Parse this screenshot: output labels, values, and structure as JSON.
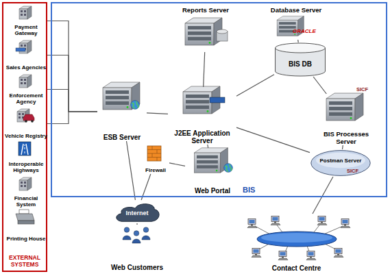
{
  "diagram": {
    "nodes": [
      {
        "text": [
          "EXTERNAL SYSTEMS"
        ]
      },
      {
        "text": [
          "Payment Gateway"
        ],
        "in": 0
      },
      {
        "text": [
          "Sales Agencies"
        ],
        "in": 0
      },
      {
        "text": [
          "Enforcement Agency"
        ],
        "in": 0
      },
      {
        "text": [
          "Vehicle Registry"
        ],
        "in": 0
      },
      {
        "text": [
          "Interoperable Highways"
        ],
        "in": 0
      },
      {
        "text": [
          "Financial System"
        ],
        "in": 0
      },
      {
        "text": [
          "Printing House"
        ],
        "in": 0
      },
      {
        "text": [
          "BIS"
        ]
      },
      {
        "text": [
          "Reports Server"
        ],
        "in": 8
      },
      {
        "text": [
          "Database Server"
        ],
        "in": 8
      },
      {
        "text": [
          "ESB Server"
        ],
        "in": 8
      },
      {
        "text": [
          "J2EE Application Server"
        ],
        "in": 8
      },
      {
        "text": [
          "BIS DB"
        ],
        "in": 8
      },
      {
        "text": [
          "BIS Processes Server"
        ],
        "in": 8
      },
      {
        "text": [
          "Postman Server"
        ],
        "in": 8
      },
      {
        "text": [
          "Firewall"
        ],
        "in": 8
      },
      {
        "text": [
          "Web Portal"
        ],
        "in": 8
      },
      {
        "text": [
          "Internet"
        ]
      },
      {
        "text": [
          "Web Customers"
        ]
      },
      {
        "text": [
          "Contact Centre"
        ]
      }
    ],
    "edges": [
      {
        "from": 1,
        "to": 11,
        "arrow": "none"
      },
      {
        "from": 2,
        "to": 11,
        "arrow": "none"
      },
      {
        "from": 3,
        "to": 11,
        "arrow": "none"
      },
      {
        "from": 4,
        "to": 11,
        "arrow": "none"
      },
      {
        "from": 11,
        "to": 12,
        "arrow": "none"
      },
      {
        "from": 12,
        "to": 9,
        "arrow": "none"
      },
      {
        "from": 12,
        "to": 13,
        "arrow": "none"
      },
      {
        "from": 10,
        "to": 13,
        "arrow": "none"
      },
      {
        "from": 13,
        "to": 14,
        "arrow": "none"
      },
      {
        "from": 12,
        "to": 15,
        "arrow": "none"
      },
      {
        "from": 15,
        "to": 14,
        "arrow": "none"
      },
      {
        "from": 12,
        "to": 17,
        "arrow": "none"
      },
      {
        "from": 17,
        "to": 16,
        "arrow": "none"
      },
      {
        "from": 11,
        "to": 18,
        "arrow": "none"
      },
      {
        "from": 16,
        "to": 18,
        "arrow": "none"
      },
      {
        "from": 18,
        "to": 19,
        "arrow": "none"
      },
      {
        "from": 20,
        "to": 15,
        "arrow": "none"
      }
    ],
    "labels": [
      "ORACLE",
      "SICF",
      "SICF"
    ]
  }
}
